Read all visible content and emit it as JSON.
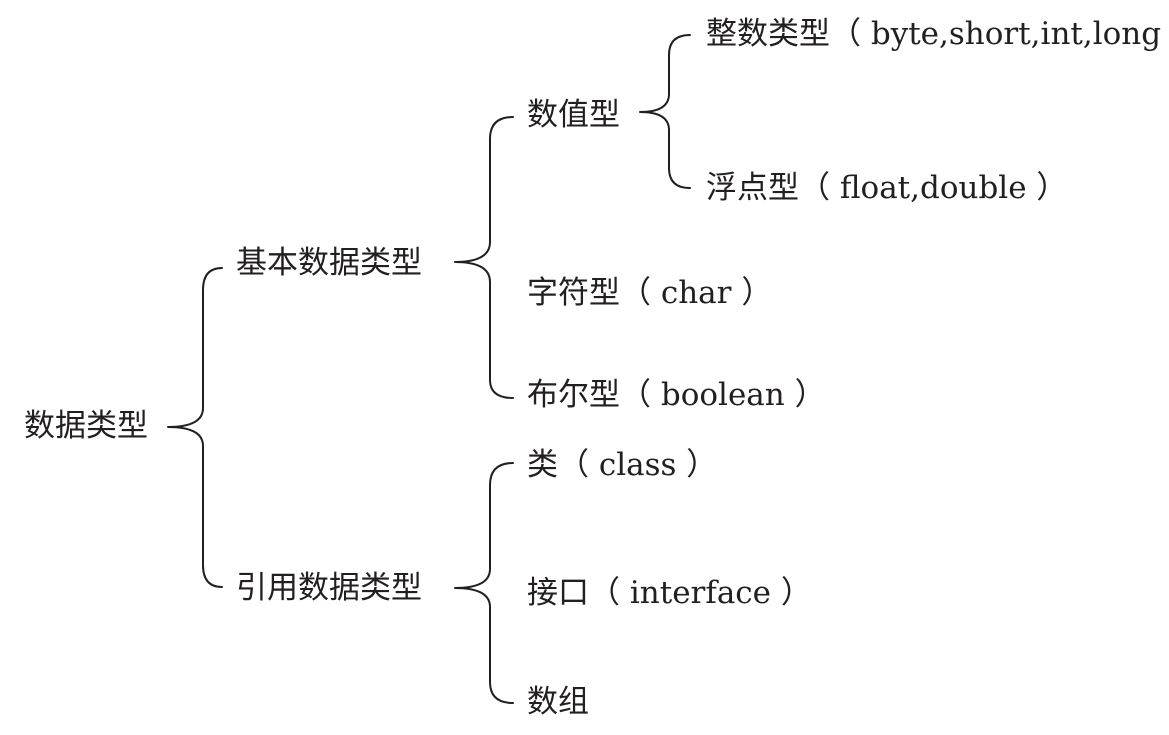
{
  "diagram": {
    "root": "数据类型",
    "primitive": {
      "label": "基本数据类型",
      "numeric": {
        "label": "数值型",
        "integer": "整数类型（ byte,short,int,long ）",
        "floating": "浮点型（ float,double ）"
      },
      "char": "字符型（ char ）",
      "boolean": "布尔型（ boolean ）"
    },
    "reference": {
      "label": "引用数据类型",
      "class": "类（ class ）",
      "interface": "接口（ interface ）",
      "array": "数组"
    }
  },
  "colors": {
    "ink": "#231f20",
    "background": "#ffffff"
  }
}
